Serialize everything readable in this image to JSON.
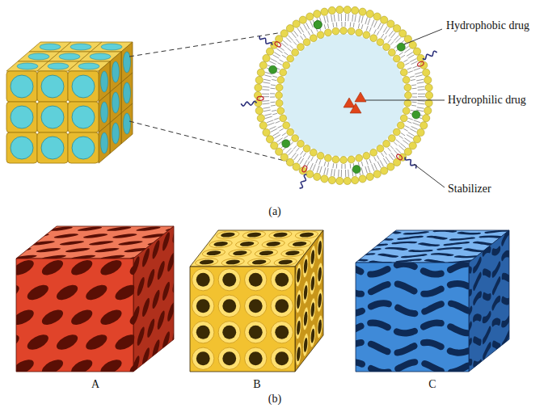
{
  "diagram": {
    "labels": [
      "Hydrophobic drug",
      "Hydrophilic drug",
      "Stabilizer",
      "(a)",
      "A",
      "B",
      "C",
      "(b)"
    ]
  }
}
